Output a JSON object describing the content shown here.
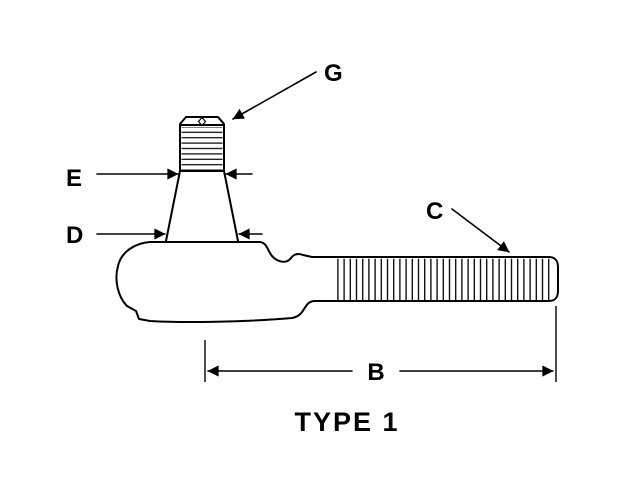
{
  "diagram": {
    "title": "TYPE 1",
    "labels": {
      "g": "G",
      "e": "E",
      "d": "D",
      "c": "C",
      "b": "B"
    }
  },
  "colors": {
    "line": "#000000",
    "background": "#ffffff"
  }
}
